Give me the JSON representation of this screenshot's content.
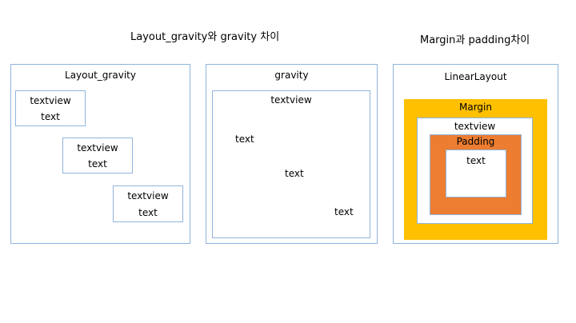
{
  "titles": {
    "left": "Layout_gravity와 gravity 차이",
    "right": "Margin과 padding차이"
  },
  "panel_layout_gravity": {
    "label": "Layout_gravity",
    "items": [
      {
        "line1": "textview",
        "line2": "text"
      },
      {
        "line1": "textview",
        "line2": "text"
      },
      {
        "line1": "textview",
        "line2": "text"
      }
    ]
  },
  "panel_gravity": {
    "label": "gravity",
    "inner_label": "textview",
    "texts": [
      "text",
      "text",
      "text"
    ]
  },
  "panel_linear": {
    "label": "LinearLayout",
    "margin_label": "Margin",
    "textview_label": "textview",
    "padding_label": "Padding",
    "content_label": "text"
  },
  "colors": {
    "border": "#8fb4dd",
    "margin": "#ffc000",
    "padding": "#ed7d31"
  }
}
